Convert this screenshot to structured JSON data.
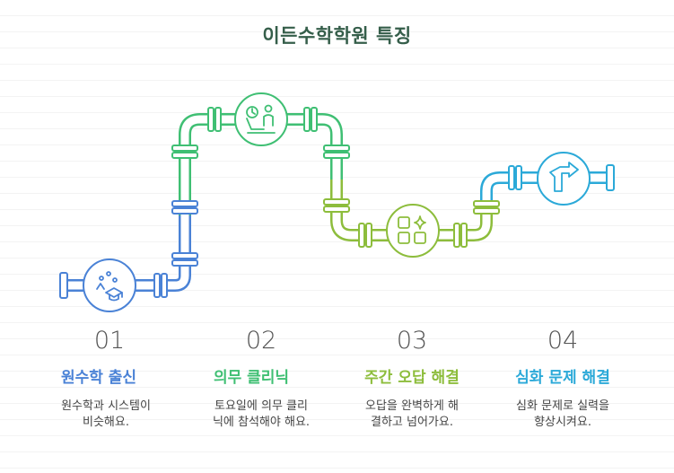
{
  "title": "이든수학학원 특징",
  "colors": {
    "blue": "#4a82d6",
    "green": "#3fbf73",
    "lime": "#8dbd3c",
    "cyan": "#2ba9d8",
    "title": "#355e4a"
  },
  "steps": [
    {
      "num": "01",
      "heading": "원수학 출신",
      "desc": [
        "원수학과 시스템이",
        "비슷해요."
      ],
      "color": "#4a82d6",
      "icon": "graduation-cap-icon"
    },
    {
      "num": "02",
      "heading": "의무 클리닉",
      "desc": [
        "토요일에 의무 클리",
        "닉에 참석해야 해요."
      ],
      "color": "#3fbf73",
      "icon": "tutor-clock-icon"
    },
    {
      "num": "03",
      "heading": "주간 오답 해결",
      "desc": [
        "오답을 완벽하게 해",
        "결하고 넘어가요."
      ],
      "color": "#8dbd3c",
      "icon": "app-grid-sparkle-icon"
    },
    {
      "num": "04",
      "heading": "심화 문제 해결",
      "desc": [
        "심화 문제로 실력을",
        "향상시켜요."
      ],
      "color": "#2ba9d8",
      "icon": "arrow-turn-icon"
    }
  ]
}
